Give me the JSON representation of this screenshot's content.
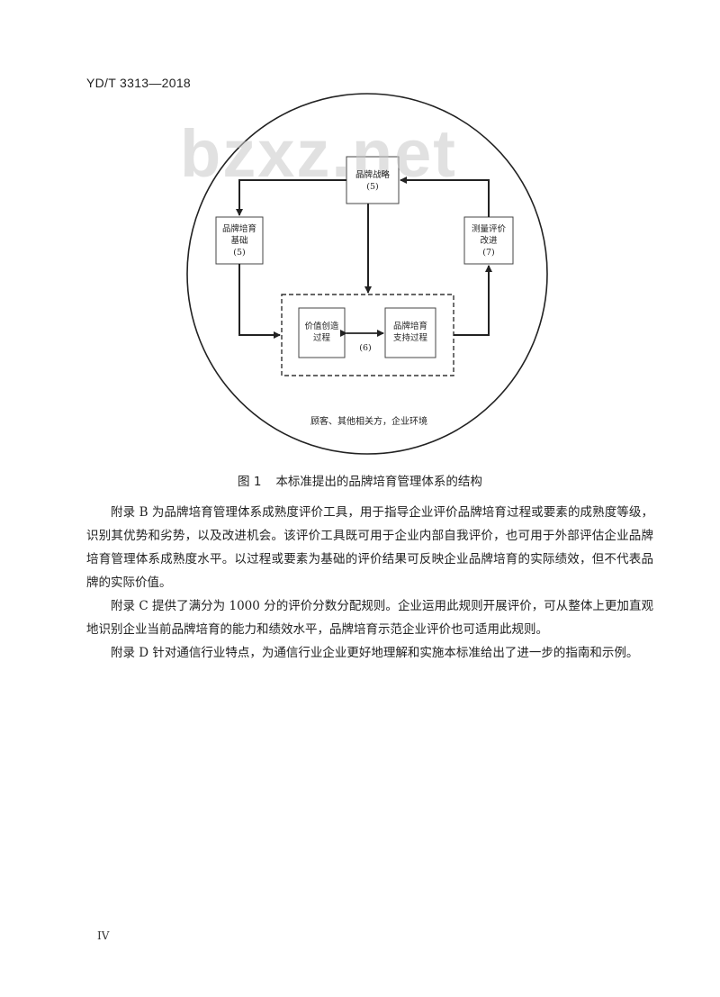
{
  "header": {
    "standard_code": "YD/T 3313—2018"
  },
  "watermark": "bzxz.net",
  "diagram": {
    "boxes": {
      "strategy": {
        "line1": "品牌战略",
        "line2": "(5)"
      },
      "foundation": {
        "line1": "品牌培育",
        "line2": "基础",
        "line3": "(5)"
      },
      "measurement": {
        "line1": "测量评价",
        "line2": "改进",
        "line3": "(7)"
      },
      "value_creation": {
        "line1": "价值创造",
        "line2": "过程"
      },
      "support": {
        "line1": "品牌培育",
        "line2": "支持过程"
      }
    },
    "process_number": "(6)",
    "environment_label": "顾客、其他相关方，企业环境"
  },
  "figure": {
    "number": "图 1",
    "title": "本标准提出的品牌培育管理体系的结构"
  },
  "paragraphs": [
    "附录 B 为品牌培育管理体系成熟度评价工具，用于指导企业评价品牌培育过程或要素的成熟度等级，识别其优势和劣势，以及改进机会。该评价工具既可用于企业内部自我评价，也可用于外部评估企业品牌培育管理体系成熟度水平。以过程或要素为基础的评价结果可反映企业品牌培育的实际绩效，但不代表品牌的实际价值。",
    "附录 C 提供了满分为 1000 分的评价分数分配规则。企业运用此规则开展评价，可从整体上更加直观地识别企业当前品牌培育的能力和绩效水平，品牌培育示范企业评价也可适用此规则。",
    "附录 D 针对通信行业特点，为通信行业企业更好地理解和实施本标准给出了进一步的指南和示例。"
  ],
  "footer": {
    "page_number": "IV"
  }
}
